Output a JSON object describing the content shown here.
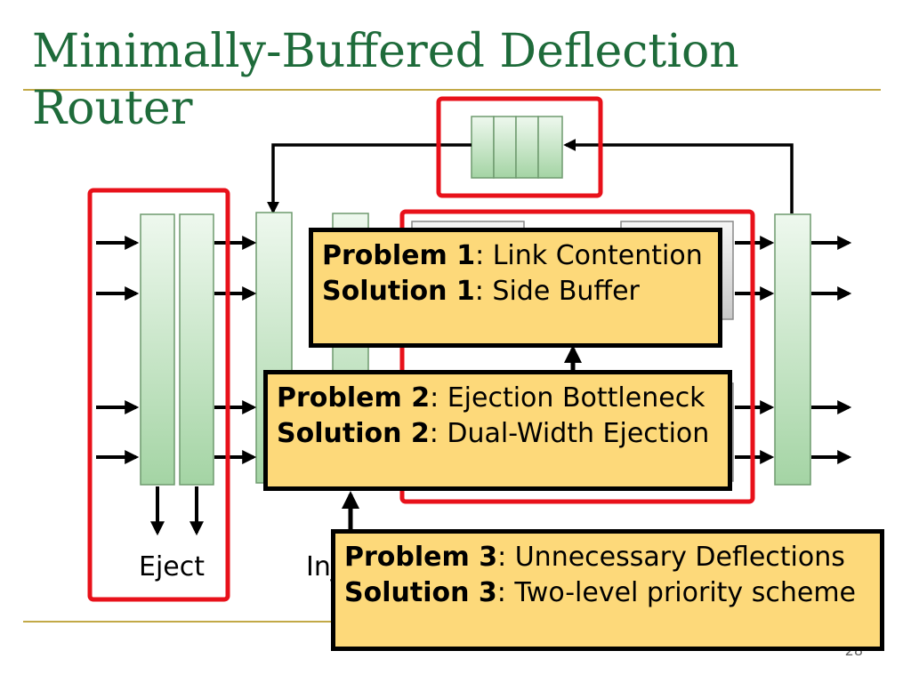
{
  "title": "Minimally-Buffered Deflection Router",
  "page_number": "28",
  "labels": {
    "eject": "Eject",
    "inject": "Inject"
  },
  "callouts": [
    {
      "problem_key": "Problem 1",
      "problem_text": ": Link Contention",
      "solution_key": "Solution 1",
      "solution_text": ": Side Buffer"
    },
    {
      "problem_key": "Problem 2",
      "problem_text": ": Ejection Bottleneck",
      "solution_key": "Solution 2",
      "solution_text": ": Dual-Width Ejection"
    },
    {
      "problem_key": "Problem 3",
      "problem_text": ": Unnecessary Deflections",
      "solution_key": "Solution 3",
      "solution_text": ": Two-level priority scheme"
    }
  ],
  "colors": {
    "title": "#1e6b3a",
    "rule": "#c2a947",
    "highlight": "#e8111a",
    "callout_fill": "#fdd97a",
    "pipeline_light": "#eef8ee",
    "pipeline_dark": "#a4d4a4"
  }
}
